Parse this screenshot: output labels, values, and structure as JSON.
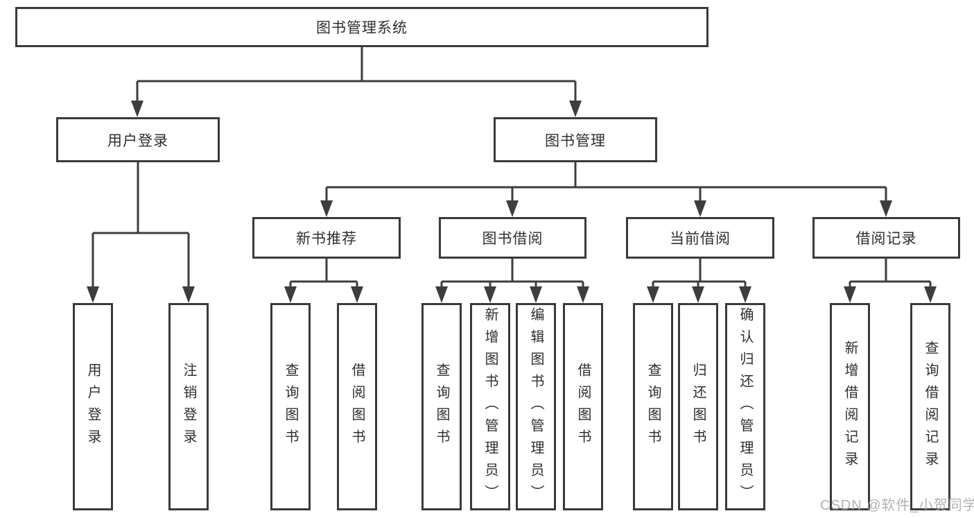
{
  "diagram": {
    "root": "图书管理系统",
    "branches": {
      "user": "用户登录",
      "book": "图书管理"
    },
    "modules": [
      "新书推荐",
      "图书借阅",
      "当前借阅",
      "借阅记录"
    ],
    "leaves": {
      "user": [
        "用户登录",
        "注销登录"
      ],
      "new_books": [
        "查询图书",
        "借阅图书"
      ],
      "book_borrow": [
        "查询图书",
        "新增图书（管理员）",
        "编辑图书（管理员）",
        "借阅图书"
      ],
      "current_borrow": [
        "查询图书",
        "归还图书",
        "确认归还（管理员）"
      ],
      "borrow_records": [
        "新增借阅记录",
        "查询借阅记录"
      ]
    }
  },
  "watermark": "CSDN @软件_小贺同学",
  "colors": {
    "line": "#3d3d3d",
    "box_border": "#3a3a3a",
    "text": "#2e2e2e",
    "watermark": "#a9a9a9",
    "background": "#ffffff"
  }
}
